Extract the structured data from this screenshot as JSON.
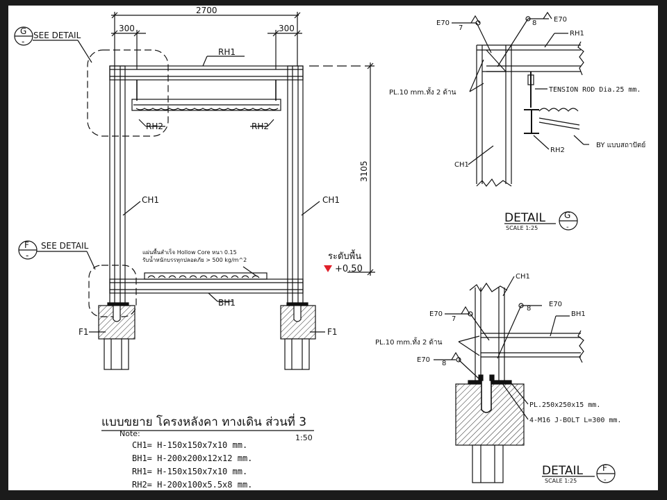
{
  "main": {
    "dim_total": "2700",
    "dim_left": "300",
    "dim_right": "300",
    "dim_height": "3105",
    "see_detail_g_letter": "G",
    "see_detail_g_text": "SEE DETAIL",
    "see_detail_f_letter": "F",
    "see_detail_f_text": "SEE DETAIL",
    "see_detail_dash": "-",
    "rh1": "RH1",
    "rh2_left": "RH2",
    "rh2_right": "RH2",
    "ch1_left": "CH1",
    "ch1_right": "CH1",
    "bh1": "BH1",
    "f1_left": "F1",
    "f1_right": "F1",
    "slab_note_1": "แผ่นพื้นสำเร็จ Hollow Core หนา 0.15",
    "slab_note_2": "รับน้ำหนักบรรทุกปลอดภัย > 500 kg/m^2",
    "level_label": "ระดับพื้น",
    "level_value": "+0.50"
  },
  "title_block": {
    "title": "แบบขยาย โครงหลังคา ทางเดิน ส่วนที่ 3",
    "scale": "1:50",
    "note_label": "Note:",
    "notes": [
      "CH1= H-150x150x7x10 mm.",
      "BH1= H-200x200x12x12 mm.",
      "RH1= H-150x150x7x10 mm.",
      "RH2= H-200x100x5.5x8 mm."
    ]
  },
  "detail_g": {
    "weld_left": "E70",
    "weld_left_size": "7",
    "weld_right": "E70",
    "weld_right_size": "8",
    "rh1": "RH1",
    "rh2": "RH2",
    "ch1": "CH1",
    "plate": "PL.10 mm.ทั้ง 2 ด้าน",
    "tension_rod": "TENSION ROD Dia.25 mm.",
    "deck": "BY แบบสถาปัตย์",
    "title": "DETAIL",
    "letter": "G",
    "scale": "SCALE 1:25",
    "dash": "-"
  },
  "detail_f": {
    "ch1": "CH1",
    "bh1": "BH1",
    "weld_top_left": "E70",
    "weld_top_left_size": "7",
    "weld_top_right": "E70",
    "weld_top_right_size": "8",
    "weld_bottom": "E70",
    "weld_bottom_size": "8",
    "plate": "PL.10 mm.ทั้ง 2 ด้าน",
    "base_plate": "PL.250x250x15 mm.",
    "bolts": "4-M16 J-BOLT L=300 mm.",
    "title": "DETAIL",
    "letter": "F",
    "scale": "SCALE 1:25",
    "dash": "-"
  },
  "colors": {
    "frame": "#1b1b1b",
    "paper": "#ffffff",
    "ink": "#111111",
    "level_marker": "#e0202a"
  }
}
